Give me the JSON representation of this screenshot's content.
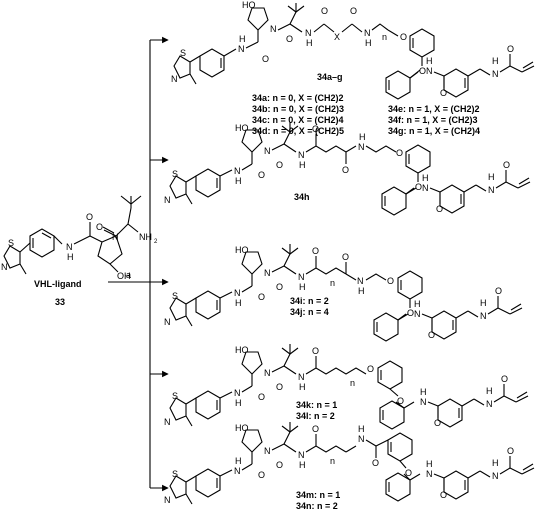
{
  "reaction": {
    "reagent_label": "a",
    "start_compound": {
      "name": "VHL-ligand",
      "number": "33"
    }
  },
  "atoms": {
    "HO": "HO",
    "OH": "OH",
    "NH2": "NH",
    "NH2_sub": "2",
    "N": "N",
    "H": "H",
    "O": "O",
    "S": "S",
    "X": "X",
    "n": "n"
  },
  "products": [
    {
      "id": "34a-g",
      "title": "34a–g",
      "variants": [
        "34a: n = 0, X = (CH2)2",
        "34b: n = 0, X = (CH2)3",
        "34c: n = 0, X = (CH2)4",
        "34d: n = 0, X = (CH2)5",
        "34e: n = 1, X = (CH2)2",
        "34f:  n = 1, X = (CH2)3",
        "34g: n = 1, X = (CH2)4"
      ]
    },
    {
      "id": "34h",
      "title": "34h",
      "variants": []
    },
    {
      "id": "34ij",
      "title": "",
      "variants": [
        "34i: n = 2",
        "34j: n = 4"
      ]
    },
    {
      "id": "34kl",
      "title": "",
      "variants": [
        "34k: n = 1",
        "34l: n = 2"
      ]
    },
    {
      "id": "34mn",
      "title": "",
      "variants": [
        "34m: n = 1",
        "34n:  n = 2"
      ]
    }
  ]
}
